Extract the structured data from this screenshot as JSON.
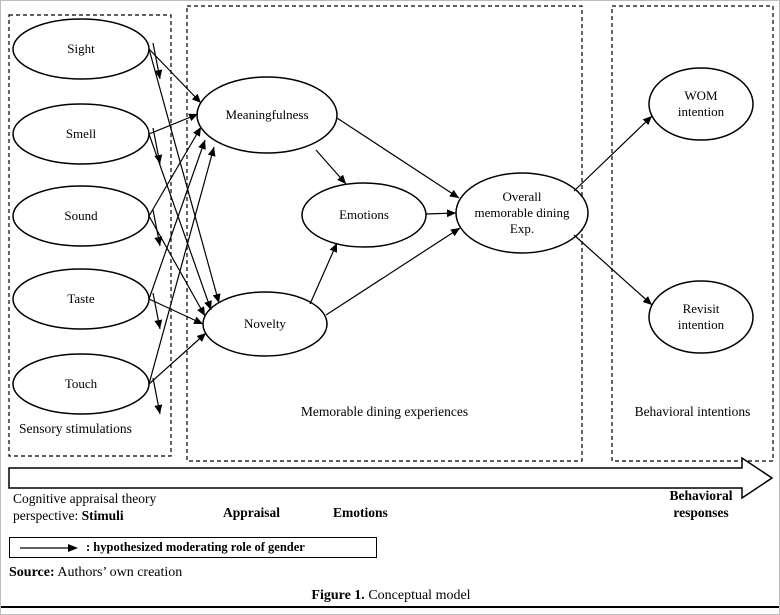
{
  "diagram": {
    "nodes": {
      "sight": "Sight",
      "smell": "Smell",
      "sound": "Sound",
      "taste": "Taste",
      "touch": "Touch",
      "meaningfulness": "Meaningfulness",
      "emotions": "Emotions",
      "novelty": "Novelty",
      "overall": "Overall memorable dining Exp.",
      "wom": "WOM intention",
      "revisit": "Revisit intention"
    },
    "sections": [
      {
        "id": "sensory",
        "label": "Sensory stimulations"
      },
      {
        "id": "memorable",
        "label": "Memorable dining experiences"
      },
      {
        "id": "behavioral",
        "label": "Behavioral intentions"
      }
    ],
    "edges": [
      {
        "from": "Sight",
        "to": "Meaningfulness"
      },
      {
        "from": "Sight",
        "to": "Novelty"
      },
      {
        "from": "Smell",
        "to": "Meaningfulness"
      },
      {
        "from": "Smell",
        "to": "Novelty"
      },
      {
        "from": "Sound",
        "to": "Meaningfulness"
      },
      {
        "from": "Sound",
        "to": "Novelty"
      },
      {
        "from": "Taste",
        "to": "Meaningfulness"
      },
      {
        "from": "Taste",
        "to": "Novelty"
      },
      {
        "from": "Touch",
        "to": "Meaningfulness"
      },
      {
        "from": "Touch",
        "to": "Novelty"
      },
      {
        "from": "Meaningfulness",
        "to": "Emotions"
      },
      {
        "from": "Meaningfulness",
        "to": "Overall memorable dining Exp."
      },
      {
        "from": "Novelty",
        "to": "Emotions"
      },
      {
        "from": "Novelty",
        "to": "Overall memorable dining Exp."
      },
      {
        "from": "Emotions",
        "to": "Overall memorable dining Exp."
      },
      {
        "from": "Overall memorable dining Exp.",
        "to": "WOM intention"
      },
      {
        "from": "Overall memorable dining Exp.",
        "to": "Revisit intention"
      }
    ],
    "gender_moderation_arrow_count": 5,
    "axis": {
      "line1": "Cognitive appraisal theory",
      "line2_prefix": "perspective: ",
      "line2_bold": "Stimuli",
      "appraisal": "Appraisal",
      "emotions": "Emotions",
      "behavioral_line1": "Behavioral",
      "behavioral_line2": "responses"
    },
    "legend": {
      "label": ": hypothesized moderating role of gender"
    },
    "source": {
      "prefix": "Source:",
      "text": " Authors’ own creation"
    },
    "caption": {
      "prefix": "Figure 1.",
      "text": " Conceptual model"
    }
  }
}
